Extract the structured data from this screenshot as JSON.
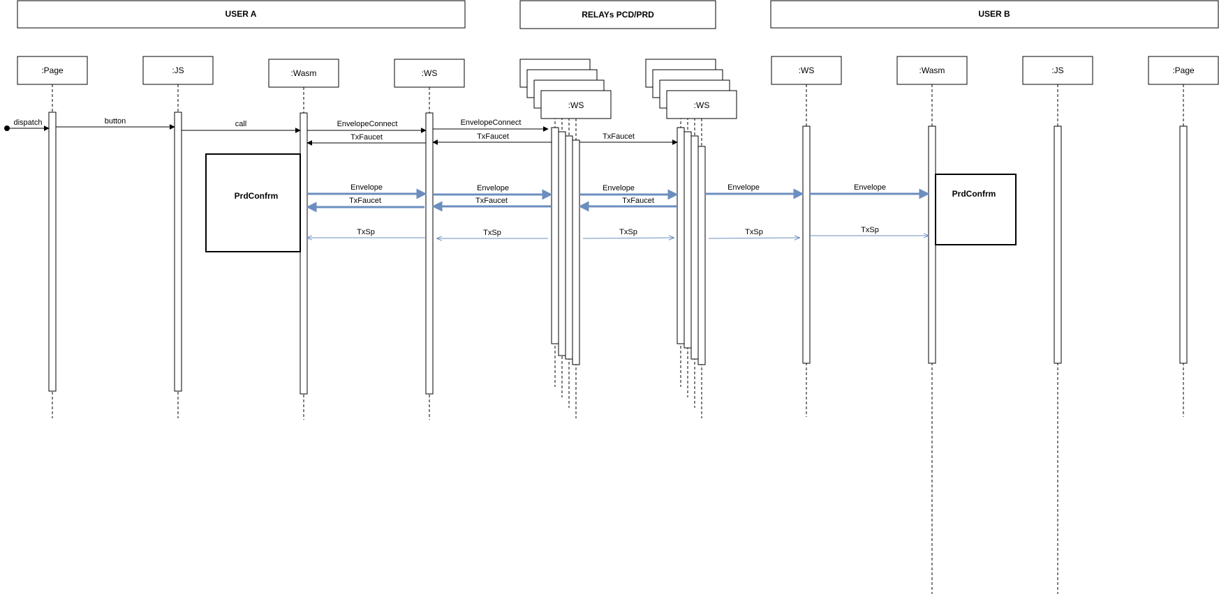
{
  "groups": {
    "user_a": "USER A",
    "relays": "RELAYs PCD/PRD",
    "user_b": "USER B"
  },
  "participants": {
    "page": ":Page",
    "js": ":JS",
    "wasm": ":Wasm",
    "ws": ":WS"
  },
  "messages": {
    "dispatch": "dispatch",
    "button": "button",
    "call": "call",
    "envelope_connect": "EnvelopeConnect",
    "tx_faucet": "TxFaucet",
    "envelope": "Envelope",
    "tx_sp": "TxSp"
  },
  "notes": {
    "prd_confirm": "PrdConfrm"
  },
  "colors": {
    "line": "#000000",
    "accent": "#6c8ebf"
  }
}
